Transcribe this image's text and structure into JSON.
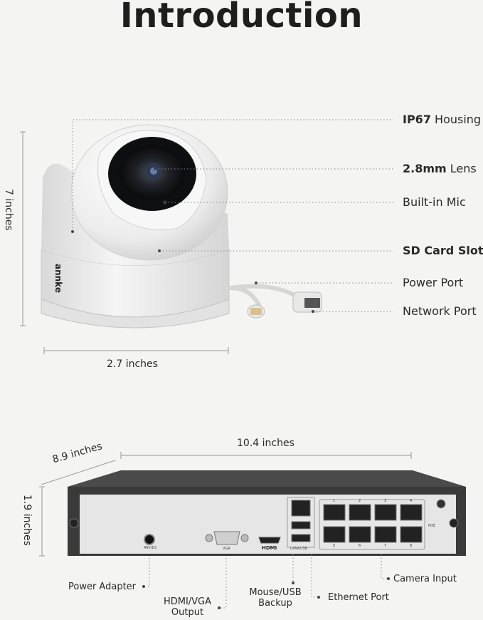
{
  "title": "Introduction",
  "camera": {
    "callouts": [
      {
        "bold": "IP67",
        "text": " Housing"
      },
      {
        "bold": "2.8mm",
        "text": " Lens"
      },
      {
        "bold": "",
        "text": "Built-in Mic"
      },
      {
        "bold": "SD Card Slot",
        "text": ""
      },
      {
        "bold": "",
        "text": "Power Port"
      },
      {
        "bold": "",
        "text": "Network Port"
      }
    ],
    "height": "7 inches",
    "width": "2.7 inches",
    "brand": "annke"
  },
  "nvr": {
    "depth": "8.9 inches",
    "width": "10.4 inches",
    "height": "1.9 inches",
    "port_labels": {
      "dc": "48V/DC",
      "vga": "VGA",
      "hdmi": "HDMI",
      "lan": "LAN&USB",
      "poe": "POE"
    },
    "poe_numbers": [
      "1",
      "2",
      "3",
      "4",
      "5",
      "6",
      "7",
      "8"
    ],
    "callouts": {
      "power_adapter": "Power Adapter",
      "hdmi_vga": [
        "HDMI/VGA",
        "Output"
      ],
      "mouse_usb": [
        "Mouse/USB",
        "Backup"
      ],
      "ethernet": "Ethernet Port",
      "camera_input": "Camera Input"
    }
  },
  "colors": {
    "background": "#f4f4f2",
    "nvr_body": "#3a3a3a",
    "panel": "#e6e6e6"
  }
}
